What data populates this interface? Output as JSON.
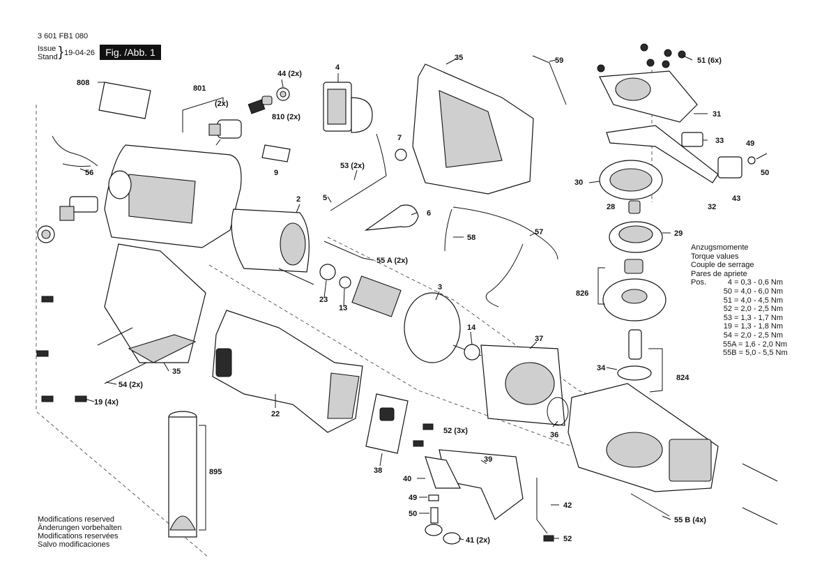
{
  "header": {
    "doc_number": "3 601 FB1 080",
    "issue_label_1": "Issue",
    "issue_label_2": "Stand",
    "issue_date": "19-04-26",
    "figure_label": "Fig. /Abb. 1"
  },
  "labels": {
    "p808": "808",
    "p801": "801",
    "p2x": "(2x)",
    "p44": "44 (2x)",
    "p810": "810 (2x)",
    "p4": "4",
    "p35_top": "35",
    "p59": "59",
    "p51": "51 (6x)",
    "p31": "31",
    "p33": "33",
    "p49": "49",
    "p50_right": "50",
    "p43": "43",
    "p30": "30",
    "p32": "32",
    "p28": "28",
    "p29": "29",
    "p56": "56",
    "p9": "9",
    "p53": "53 (2x)",
    "p7": "7",
    "p5": "5",
    "p6": "6",
    "p2": "2",
    "p58": "58",
    "p57": "57",
    "p55a": "55 A (2x)",
    "p3": "3",
    "p23": "23",
    "p13": "13",
    "p14": "14",
    "p826": "826",
    "p35_left": "35",
    "p54": "54 (2x)",
    "p19": "19 (4x)",
    "p22": "22",
    "p37": "37",
    "p34": "34",
    "p824": "824",
    "p52_3x": "52 (3x)",
    "p36": "36",
    "p38": "38",
    "p39": "39",
    "p40": "40",
    "p49_bottom": "49",
    "p50_bottom": "50",
    "p42": "42",
    "p55b": "55 B (4x)",
    "p41": "41 (2x)",
    "p52_bottom": "52",
    "p895": "895"
  },
  "torque": {
    "title_lines": [
      "Anzugsmomente",
      "Torque values",
      "Couple de serrage",
      "Pares de apriete"
    ],
    "rows": [
      {
        "pos": "Pos.",
        "value": "4 = 0,3 - 0,6 Nm"
      },
      {
        "pos": "",
        "value": "50 = 4,0 - 6,0 Nm"
      },
      {
        "pos": "",
        "value": "51 = 4,0 - 4,5 Nm"
      },
      {
        "pos": "",
        "value": "52 = 2,0 - 2,5 Nm"
      },
      {
        "pos": "",
        "value": "53 = 1,3 - 1,7 Nm"
      },
      {
        "pos": "",
        "value": "19 = 1,3 - 1,8 Nm"
      },
      {
        "pos": "",
        "value": "54 = 2,0 - 2,5 Nm"
      },
      {
        "pos": "",
        "value": "55A = 1,6 - 2,0 Nm"
      },
      {
        "pos": "",
        "value": "55B = 5,0 - 5,5 Nm"
      }
    ]
  },
  "footer": {
    "lines": [
      "Modifications reserved",
      "Änderungen vorbehalten",
      "Modifications reservées",
      "Salvo modificaciones"
    ]
  }
}
